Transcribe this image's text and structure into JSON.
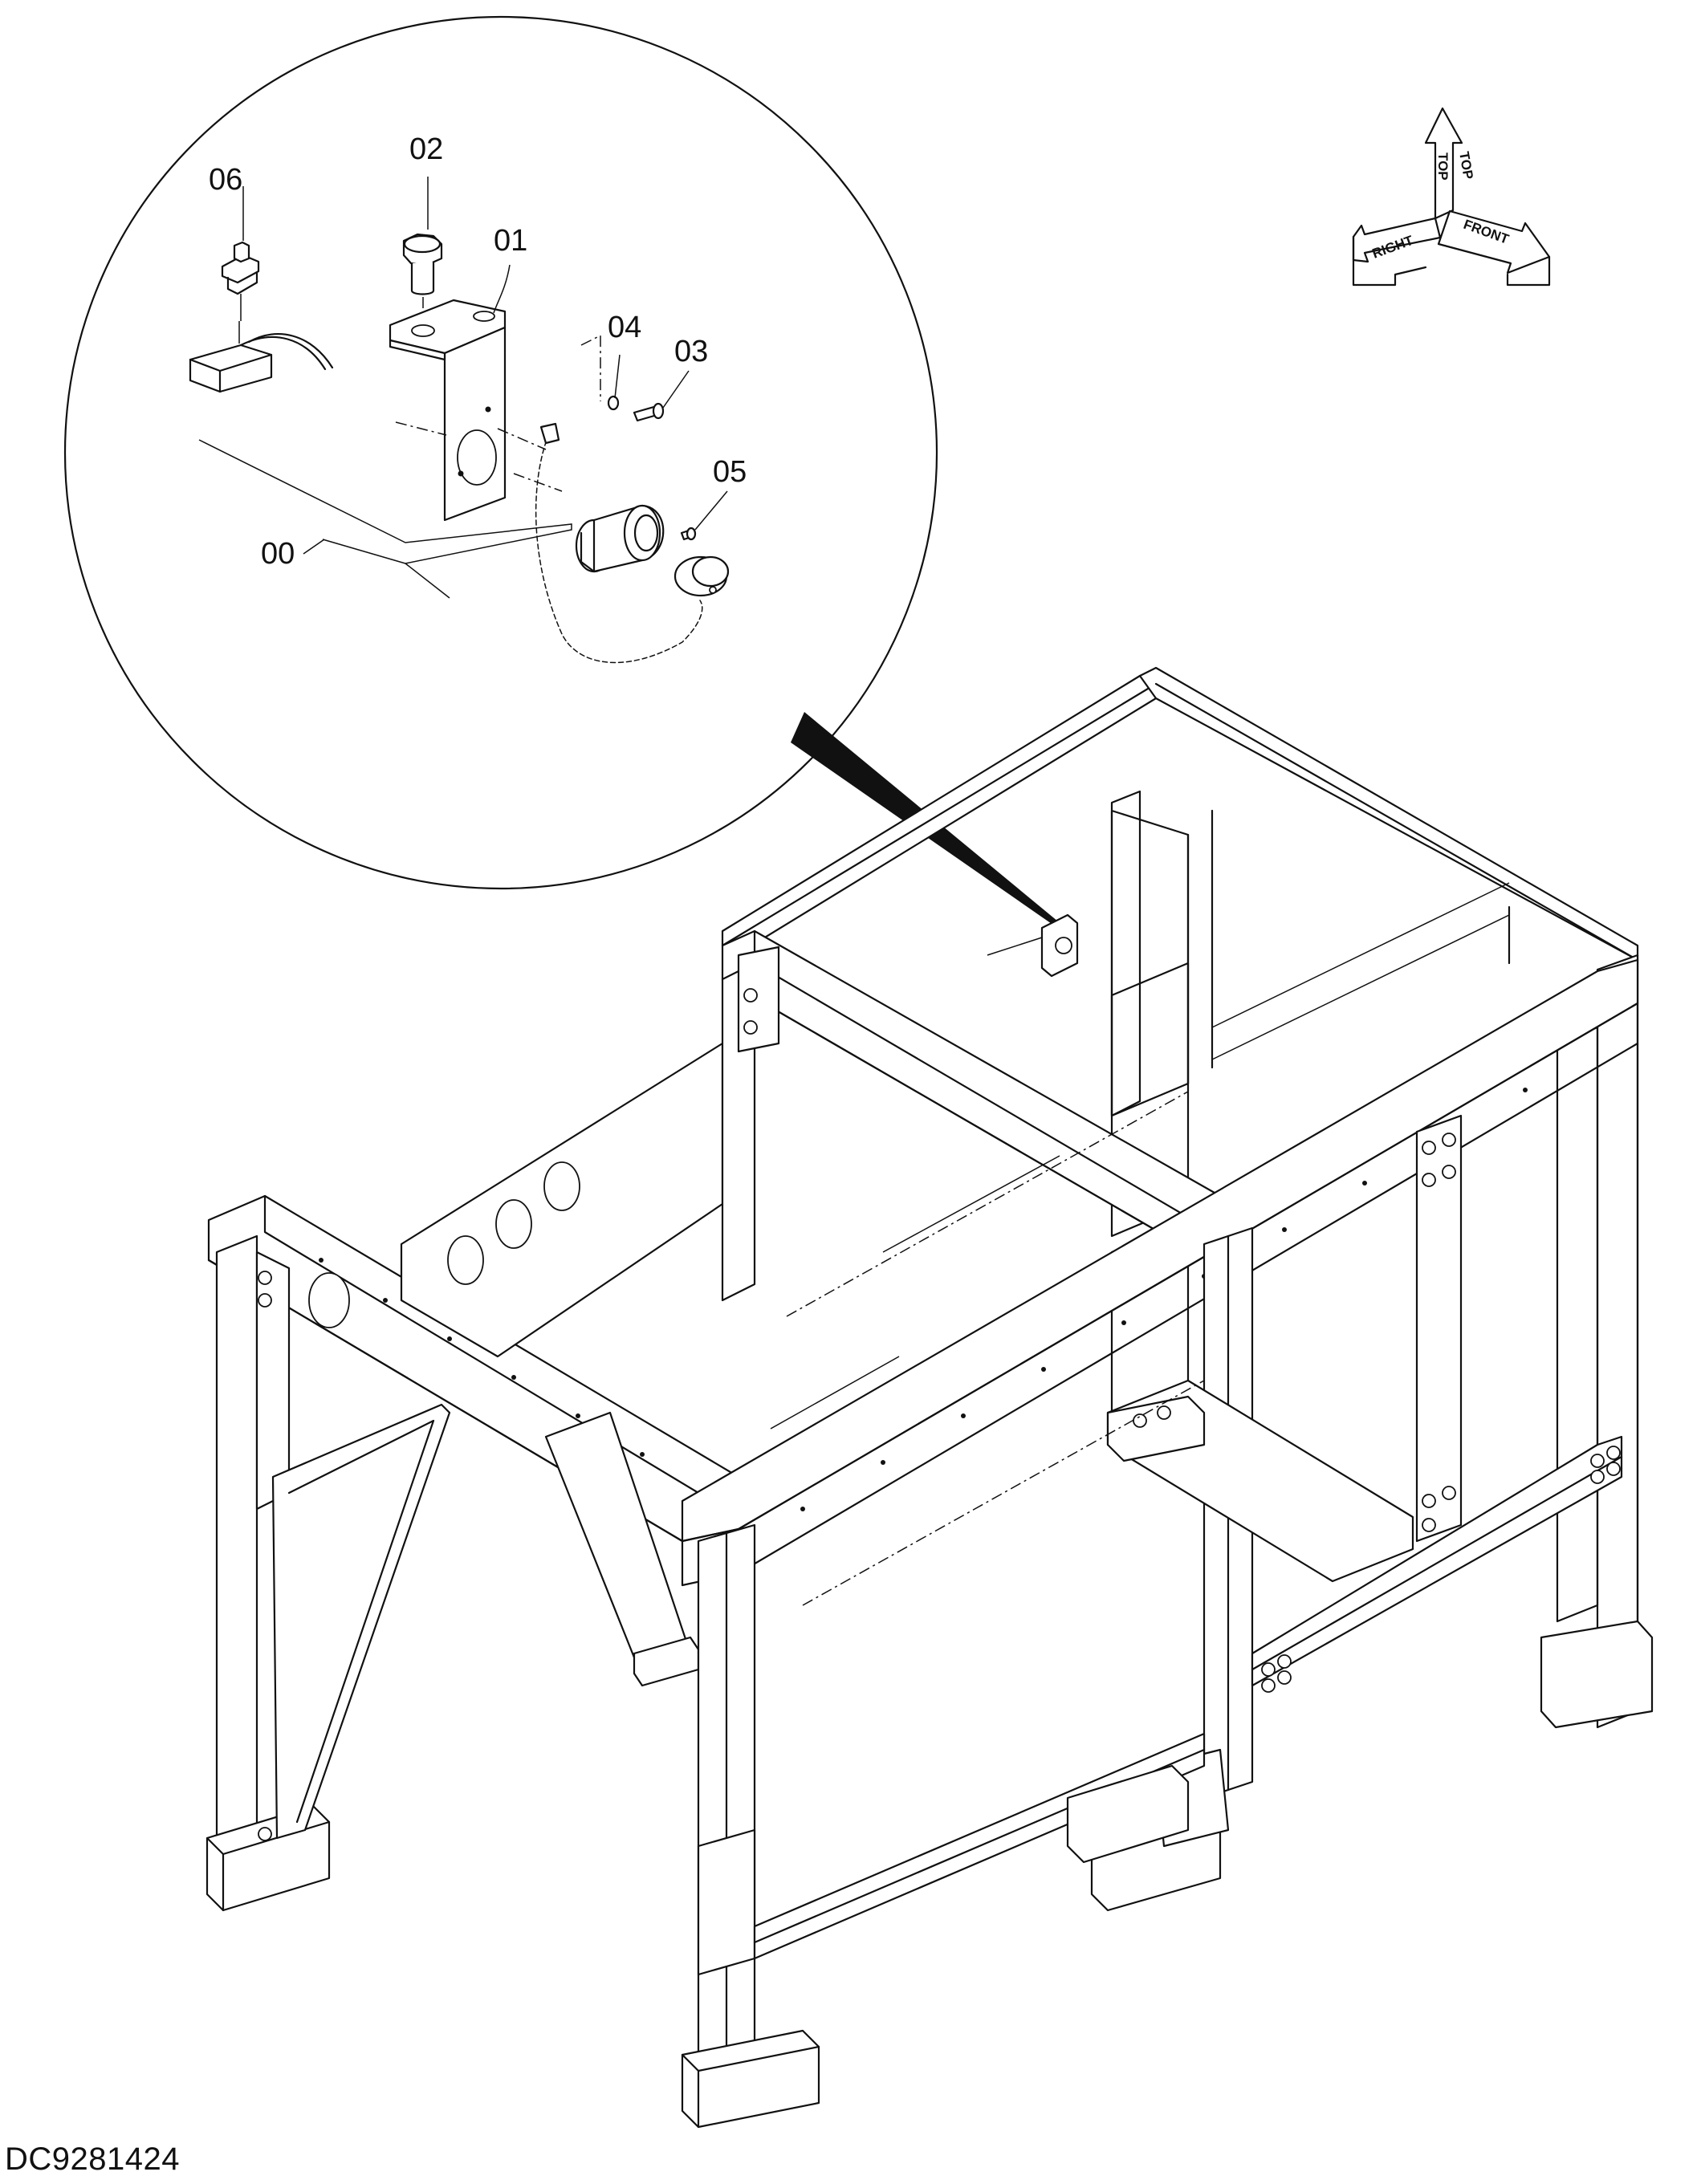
{
  "drawing_code": "DC9281424",
  "callouts": {
    "c00": "00",
    "c01": "01",
    "c02": "02",
    "c03": "03",
    "c04": "04",
    "c05": "05",
    "c06": "06"
  },
  "orientation": {
    "top": "TOP",
    "front": "FRONT",
    "right": "RIGHT"
  }
}
